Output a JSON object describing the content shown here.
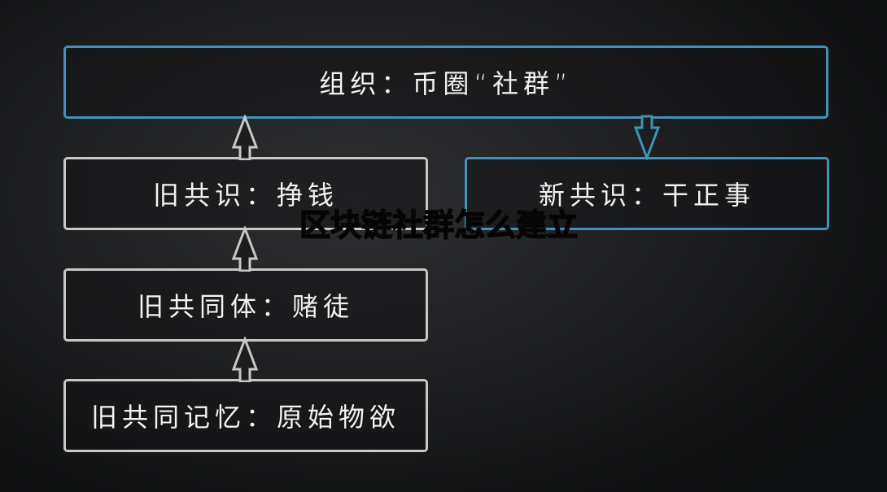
{
  "diagram": {
    "type": "flow",
    "colors": {
      "accent_blue": "#3f93b8",
      "box_gray": "#c8c8c8",
      "text": "#f2f2f2",
      "background": "#1c1d1f",
      "overlay_title": "#050505"
    },
    "nodes": [
      {
        "id": "org",
        "label": "组织：币圈“社群”",
        "style": "blue"
      },
      {
        "id": "old_consensus",
        "label": "旧共识：挣钱",
        "style": "gray"
      },
      {
        "id": "old_community",
        "label": "旧共同体：赌徒",
        "style": "gray"
      },
      {
        "id": "old_memory",
        "label": "旧共同记忆：原始物欲",
        "style": "gray"
      },
      {
        "id": "new_consensus",
        "label": "新共识：干正事",
        "style": "blue"
      }
    ],
    "edges": [
      {
        "from": "old_memory",
        "to": "old_community",
        "direction": "up"
      },
      {
        "from": "old_community",
        "to": "old_consensus",
        "direction": "up"
      },
      {
        "from": "old_consensus",
        "to": "org",
        "direction": "up"
      },
      {
        "from": "org",
        "to": "new_consensus",
        "direction": "down"
      }
    ]
  },
  "overlay": {
    "title": "区块链社群怎么建立"
  }
}
